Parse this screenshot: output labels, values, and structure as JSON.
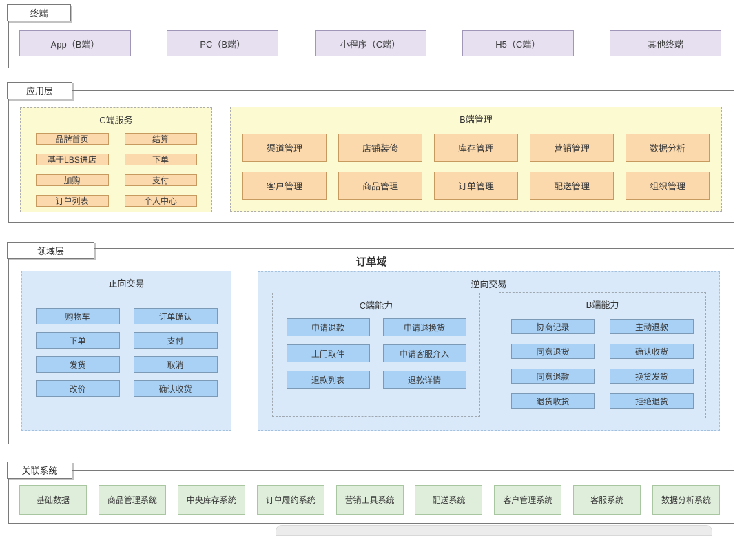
{
  "sections": {
    "terminal": {
      "label": "终端",
      "items": [
        "App（B端）",
        "PC（B端）",
        "小程序（C端）",
        "H5（C端）",
        "其他终端"
      ]
    },
    "application": {
      "label": "应用层",
      "c_service": {
        "title": "C端服务",
        "items": [
          "品牌首页",
          "结算",
          "基于LBS进店",
          "下单",
          "加购",
          "支付",
          "订单列表",
          "个人中心"
        ]
      },
      "b_management": {
        "title": "B端管理",
        "items": [
          "渠道管理",
          "店铺装修",
          "库存管理",
          "营销管理",
          "数据分析",
          "客户管理",
          "商品管理",
          "订单管理",
          "配送管理",
          "组织管理"
        ]
      }
    },
    "domain": {
      "label": "领域层",
      "title": "订单域",
      "forward": {
        "title": "正向交易",
        "items": [
          "购物车",
          "订单确认",
          "下单",
          "支付",
          "发货",
          "取消",
          "改价",
          "确认收货"
        ]
      },
      "reverse": {
        "title": "逆向交易",
        "c_capability": {
          "title": "C端能力",
          "items": [
            "申请退款",
            "申请退换货",
            "上门取件",
            "申请客服介入",
            "退款列表",
            "退款详情"
          ]
        },
        "b_capability": {
          "title": "B端能力",
          "items": [
            "协商记录",
            "主动退款",
            "同意退货",
            "确认收货",
            "同意退款",
            "换货发货",
            "退货收货",
            "拒绝退货"
          ]
        }
      }
    },
    "related": {
      "label": "关联系统",
      "items": [
        "基础数据",
        "商品管理系统",
        "中央库存系统",
        "订单履约系统",
        "营销工具系统",
        "配送系统",
        "客户管理系统",
        "客服系统",
        "数据分析系统"
      ]
    }
  },
  "colors": {
    "terminal_fill": "#e7e0f1",
    "terminal_border": "#a096b8",
    "app_group_fill": "#fcfad1",
    "app_box_fill": "#fbd9ac",
    "app_box_border": "#c79a60",
    "domain_group_fill": "#d9e9f9",
    "domain_box_fill": "#a9d1f5",
    "domain_box_border": "#7c99b5",
    "related_fill": "#dfeddb",
    "related_border": "#a8c7a0",
    "section_border": "#7a7a7a"
  }
}
